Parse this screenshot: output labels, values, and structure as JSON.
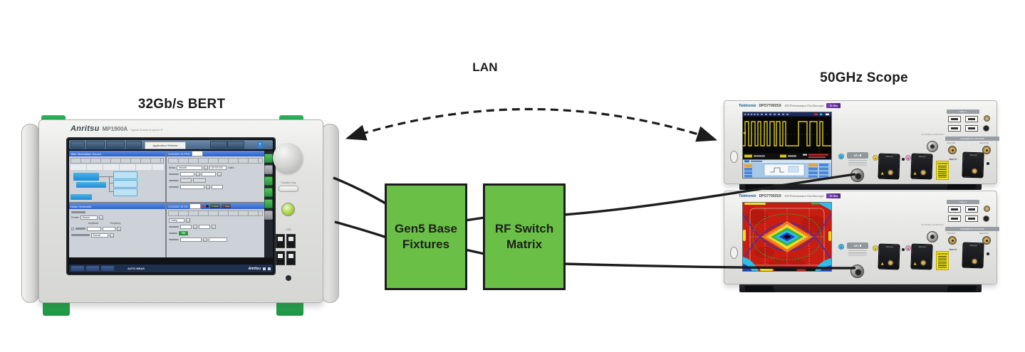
{
  "labels": {
    "bert_title": "32Gb/s BERT",
    "lan": "LAN",
    "scope_title": "50GHz Scope"
  },
  "boxes": [
    {
      "line1": "Gen5 Base",
      "line2": "Fixtures"
    },
    {
      "line1": "RF Switch",
      "line2": "Matrix"
    }
  ],
  "bert": {
    "brand": "Anritsu",
    "model": "MP1900A",
    "model_desc": "Signal Quality Analyzer-R",
    "toolbar": {
      "app_selector": "Application Selector",
      "help": "?"
    },
    "panels": [
      {
        "title": "Jitter Modulation Source"
      },
      {
        "title": "21G/32G SI PPG"
      },
      {
        "title": "Noise Generator"
      },
      {
        "title": "21G/32G SI ED"
      }
    ],
    "fields": {
      "bitrate_label": "Bitrate",
      "bitrate_value": "Variable",
      "bitrate_num": "28.000 000",
      "bitrate_unit": "Gbit/s",
      "presets_label": "Presets",
      "manual": "Manual",
      "amplitude": "Amplitude",
      "frequency": "Frequency",
      "gating": "Gating",
      "on": "ON",
      "start": "Start",
      "stop": "Stop"
    },
    "taskbar": {
      "status": "AUTO MEAS",
      "brand": "Anritsu"
    },
    "front": {
      "function_key": "Function Key",
      "usb": "USB"
    }
  },
  "scope": {
    "brand": "Tektronix",
    "model": "DPO77002SX",
    "model_desc": "ATI Performance Oscilloscope",
    "badge": "70 GHz",
    "ati": "ATI",
    "ch1": "1",
    "ch2": "2",
    "ch3": "3",
    "aux_in": "Aux In",
    "probe_brand": "Tektronix",
    "dc_cal": "DC PROBE CALIBRATION",
    "usb_header": "USB 2.0",
    "diff_header": "DIFFERENTIAL FAST EDGE",
    "positive": "POSITIVE",
    "negative": "NEGATIVE",
    "caution": "CAUTION"
  },
  "colors": {
    "box_green": "#6abf47",
    "wire": "#1c1c1c",
    "feet_green": "#25a94e"
  }
}
